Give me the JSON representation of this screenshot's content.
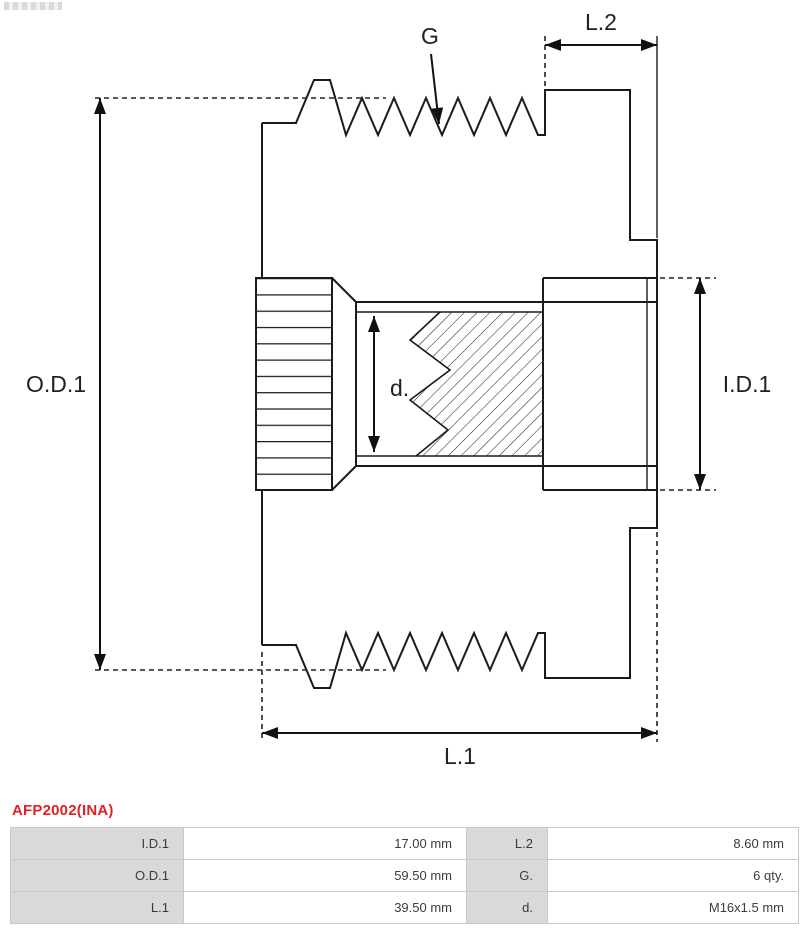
{
  "diagram": {
    "dimension_labels": {
      "od1": "O.D.1",
      "id1": "I.D.1",
      "l1": "L.1",
      "l2": "L.2",
      "g": "G",
      "d": "d."
    },
    "line_color": "#1a1a1a"
  },
  "product_code": {
    "text": "AFP2002(INA)",
    "color": "#e31e24"
  },
  "spec_table": {
    "label_bg": "#d9d9d9",
    "value_bg": "#ffffff",
    "grid_color": "#c9c9c9",
    "rows": [
      {
        "label1": "I.D.1",
        "value1": "17.00 mm",
        "label2": "L.2",
        "value2": "8.60 mm"
      },
      {
        "label1": "O.D.1",
        "value1": "59.50 mm",
        "label2": "G.",
        "value2": "6 qty."
      },
      {
        "label1": "L.1",
        "value1": "39.50 mm",
        "label2": "d.",
        "value2": "M16x1.5 mm"
      }
    ]
  }
}
